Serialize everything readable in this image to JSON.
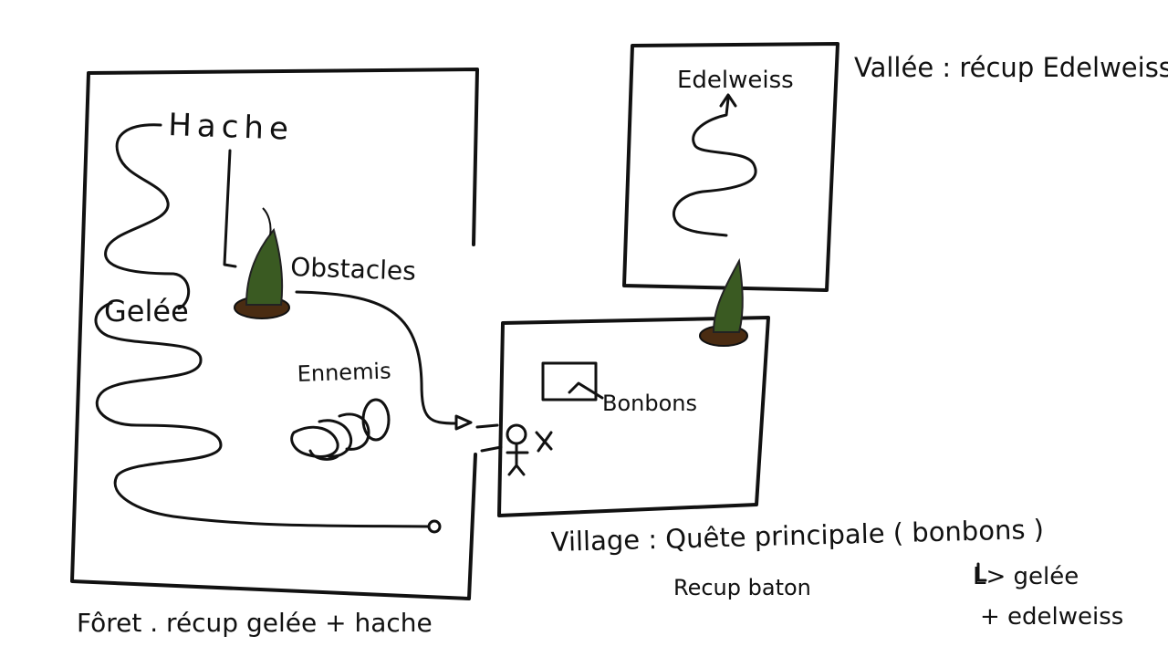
{
  "forest": {
    "caption": "Fôret . récup gelée + hache",
    "label_axe": "Hache",
    "label_jelly": "Gelée",
    "label_obstacles": "Obstacles",
    "label_enemies": "Ennemis"
  },
  "valley": {
    "caption": "Vallée : récup Edelweiss",
    "label_edelweiss": "Edelweiss"
  },
  "village": {
    "caption": "Village : Quête principale ( bonbons )",
    "label_candies": "Bonbons",
    "note_stick": "Recup  baton",
    "note_needs_line1": "L> gelée",
    "note_needs_line2": "+ edelweiss"
  },
  "colors": {
    "ink": "#111111",
    "plant": "#3a5a22",
    "dirt": "#4a2c12"
  }
}
